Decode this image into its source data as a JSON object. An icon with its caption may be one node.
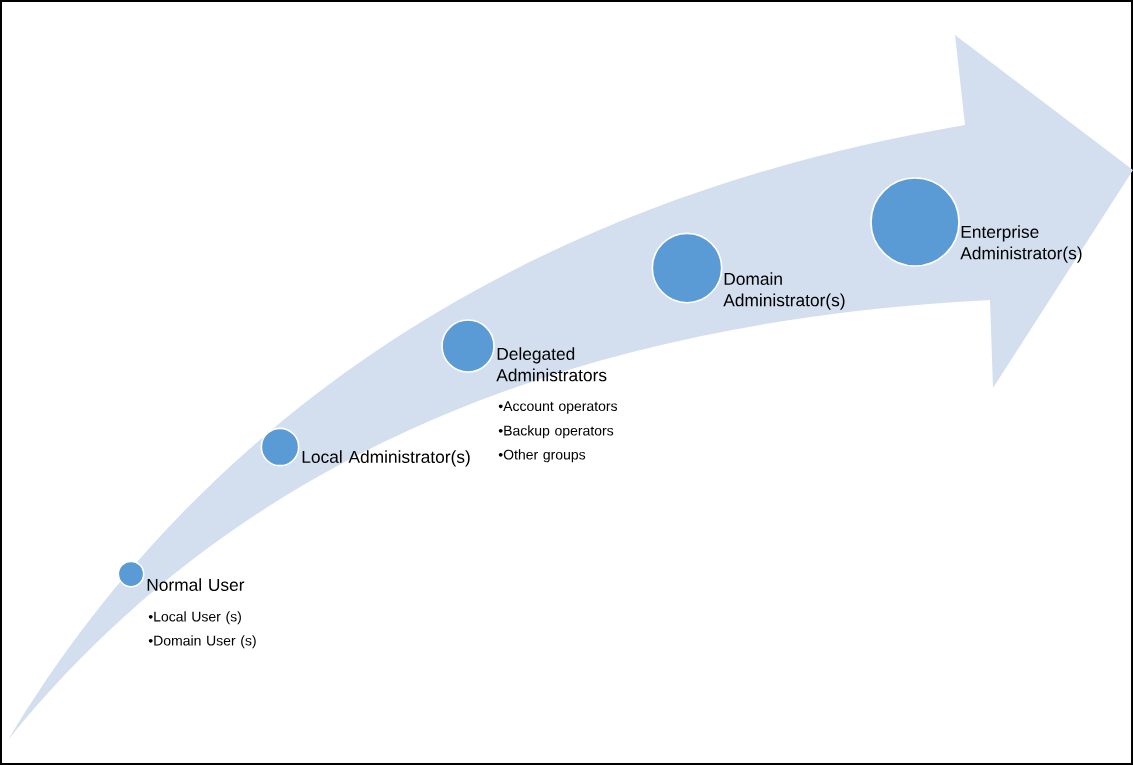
{
  "diagram": {
    "nodes": [
      {
        "text": [
          "Normal User"
        ],
        "beside": [
          "•Local User (s)",
          "•Domain User (s)"
        ]
      },
      {
        "text": [
          "Local Administrator(s)"
        ]
      },
      {
        "text": [
          "Delegated Administrators"
        ],
        "beside": [
          "•Account operators",
          "•Backup operators",
          "•Other groups"
        ]
      },
      {
        "text": [
          "Domain Administrator(s)"
        ]
      },
      {
        "text": [
          "Enterprise Administrator(s)"
        ]
      }
    ]
  }
}
